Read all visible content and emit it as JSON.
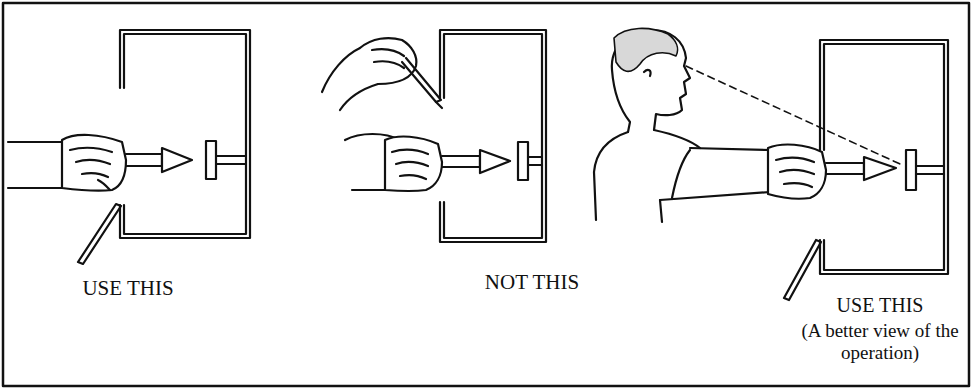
{
  "diagram": {
    "labels": [
      "USE THIS",
      "NOT THIS",
      "USE THIS",
      "(A better view of the operation)"
    ]
  }
}
